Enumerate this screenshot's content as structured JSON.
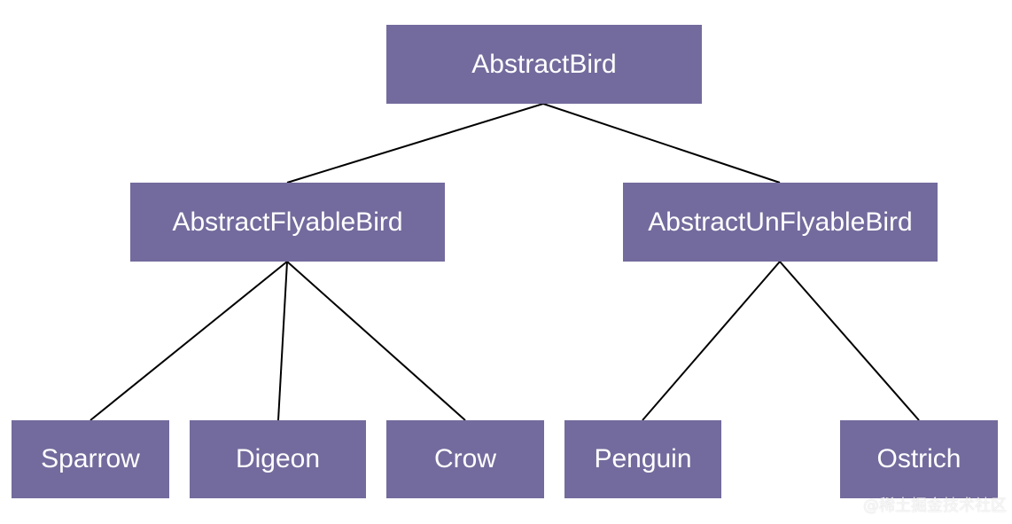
{
  "diagram": {
    "node_color": "#736b9d",
    "text_color": "#ffffff",
    "edge_color": "#000000",
    "nodes": {
      "root": "AbstractBird",
      "flyable": "AbstractFlyableBird",
      "unflyable": "AbstractUnFlyableBird",
      "sparrow": "Sparrow",
      "digeon": "Digeon",
      "crow": "Crow",
      "penguin": "Penguin",
      "ostrich": "Ostrich"
    },
    "edges": [
      [
        "root",
        "flyable"
      ],
      [
        "root",
        "unflyable"
      ],
      [
        "flyable",
        "sparrow"
      ],
      [
        "flyable",
        "digeon"
      ],
      [
        "flyable",
        "crow"
      ],
      [
        "unflyable",
        "penguin"
      ],
      [
        "unflyable",
        "ostrich"
      ]
    ]
  },
  "watermark": "@稀土掘金技术社区"
}
